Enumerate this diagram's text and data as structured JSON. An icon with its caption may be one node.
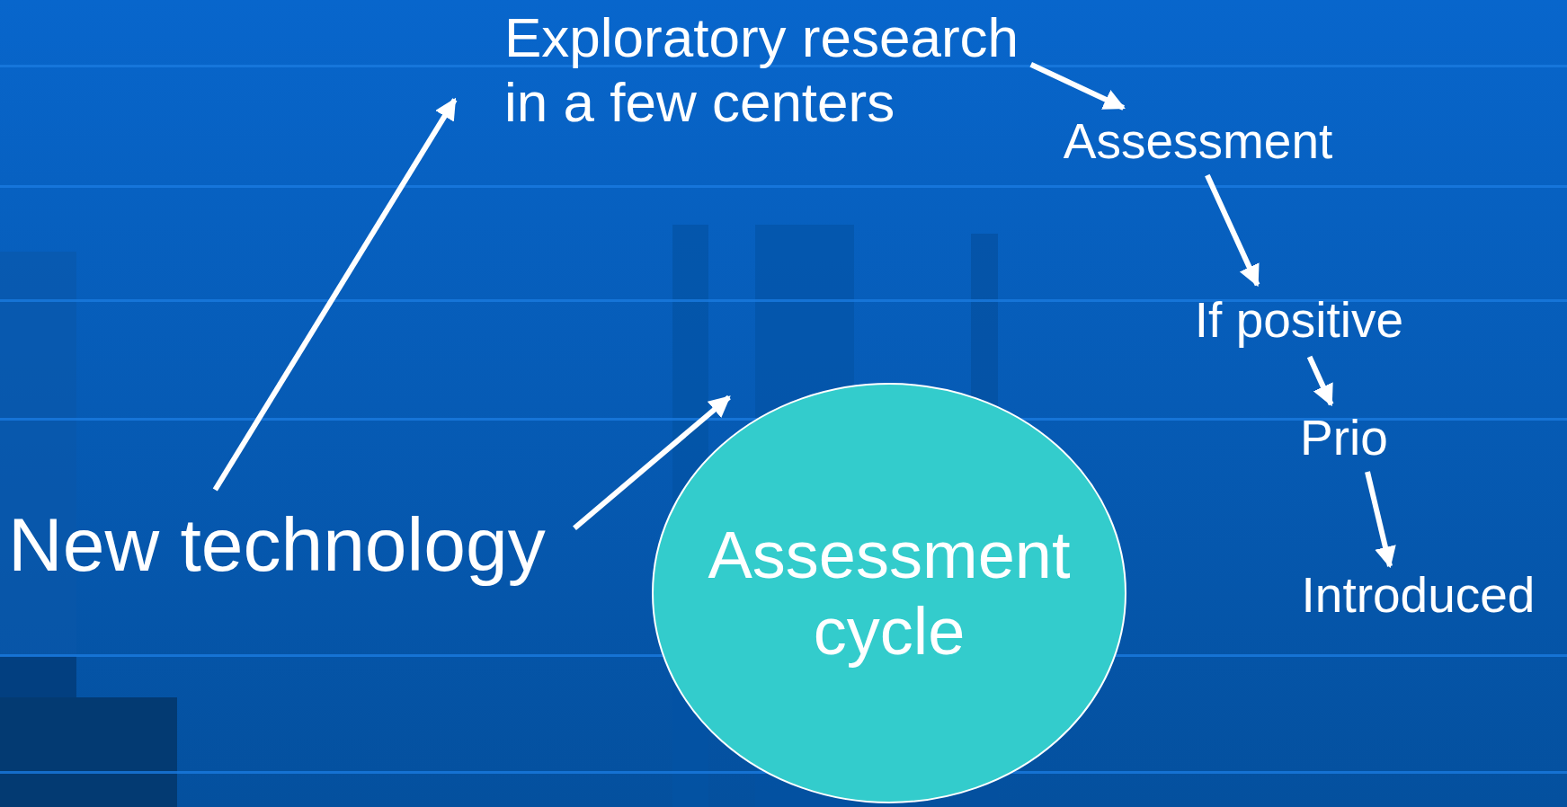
{
  "diagram": {
    "nodes": [
      {
        "text": [
          "Exploratory research in a few centers"
        ]
      },
      {
        "text": [
          "Assessment"
        ]
      },
      {
        "text": [
          "If positive"
        ]
      },
      {
        "text": [
          "Prio"
        ]
      },
      {
        "text": [
          "Introduced"
        ]
      },
      {
        "text": [
          "New technology"
        ]
      },
      {
        "text": [
          "Assessment cycle"
        ]
      }
    ],
    "edges": [
      {
        "from": 5,
        "to": 0,
        "arrow": "to"
      },
      {
        "from": 5,
        "to": 6,
        "arrow": "to"
      },
      {
        "from": 0,
        "to": 1,
        "arrow": "to"
      },
      {
        "from": 1,
        "to": 2,
        "arrow": "to"
      },
      {
        "from": 2,
        "to": 3,
        "arrow": "to"
      },
      {
        "from": 3,
        "to": 4,
        "arrow": "to"
      }
    ]
  }
}
